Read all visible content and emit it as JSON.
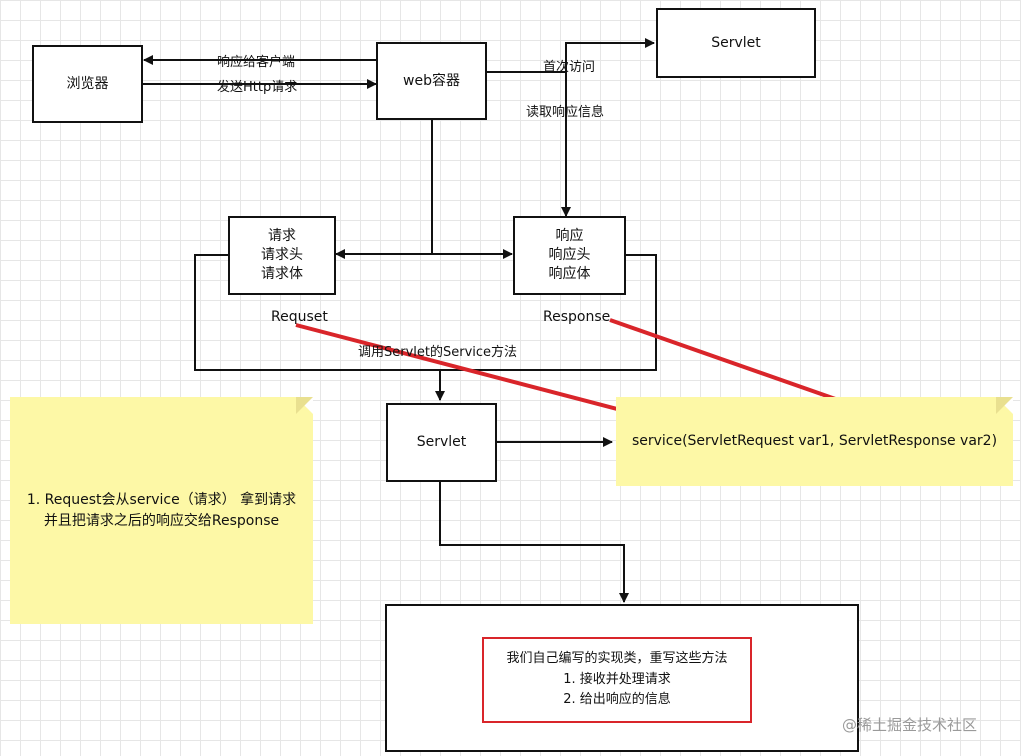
{
  "nodes": {
    "browser": "浏览器",
    "web_container": "web容器",
    "servlet_top": "Servlet",
    "request_lines": [
      "请求",
      "请求头",
      "请求体"
    ],
    "response_lines": [
      "响应",
      "响应头",
      "响应体"
    ],
    "servlet_mid": "Servlet"
  },
  "edges": {
    "respond_to_client": "响应给客户端",
    "send_http_request": "发送Http请求",
    "first_visit": "首次访问",
    "read_response_info": "读取响应信息",
    "requset": "Requset",
    "response": "Response",
    "call_service": "调用Servlet的Service方法"
  },
  "notes": {
    "left_note_lines": [
      "1. Request会从service（请求） 拿到请求",
      "并且把请求之后的响应交给Response"
    ],
    "right_note": "service(ServletRequest var1, ServletResponse var2)"
  },
  "bottom": {
    "lines": [
      "我们自己编写的实现类，重写这些方法",
      "1. 接收并处理请求",
      "2. 给出响应的信息"
    ]
  },
  "watermark": "@稀土掘金技术社区",
  "colors": {
    "note": "#fdf8a6",
    "red": "#d9252a",
    "grid": "#e6e6e6"
  }
}
